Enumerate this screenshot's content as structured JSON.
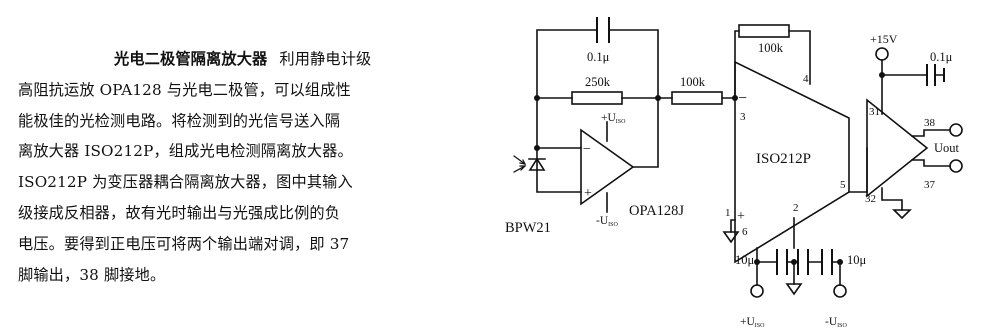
{
  "article": {
    "title": "光电二极管隔离放大器",
    "lines": [
      "利用静电计级",
      "高阻抗运放 OPA128 与光电二极管，可以组成性",
      "能极佳的光检测电路。将检测到的光信号送入隔",
      "离放大器 ISO212P，组成光电检测隔离放大器。",
      "ISO212P 为变压器耦合隔离放大器，图中其输入",
      "级接成反相器，故有光时输出与光强成比例的负",
      "电压。要得到正电压可将两个输出端对调，即 37",
      "脚输出，38 脚接地。"
    ]
  },
  "schematic": {
    "components": {
      "c_feedback": "0.1μ",
      "r_feedback": "250k",
      "r_series": "100k",
      "r_iso_feedback": "100k",
      "c_supply": "0.1μ",
      "c_left": "10μ",
      "c_right": "10μ"
    },
    "parts": {
      "opamp": "OPA128J",
      "diode": "BPW21",
      "isolator": "ISO212P"
    },
    "supplies": {
      "pos15": "+15V",
      "opamp_pos": "+U",
      "opamp_pos_sub": "ISO",
      "opamp_neg": "-U",
      "opamp_neg_sub": "ISO",
      "bottom_pos": "+U",
      "bottom_pos_sub": "ISO",
      "bottom_neg": "-U",
      "bottom_neg_sub": "ISO"
    },
    "signals": {
      "output": "Uout"
    },
    "pins": {
      "p1": "1",
      "p2": "2",
      "p3": "3",
      "p4": "4",
      "p5": "5",
      "p6": "6",
      "p31": "31",
      "p32": "32",
      "p37": "37",
      "p38": "38"
    },
    "polarity": {
      "minus": "−",
      "plus": "+"
    }
  }
}
